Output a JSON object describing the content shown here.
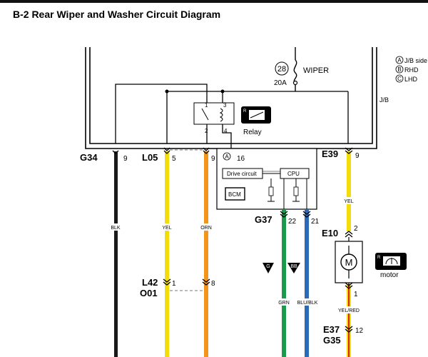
{
  "title": "B-2 Rear Wiper and Washer Circuit Diagram",
  "legend": {
    "a": {
      "mark": "A",
      "text": "J/B side"
    },
    "b": {
      "mark": "B",
      "text": "RHD"
    },
    "c": {
      "mark": "C",
      "text": "LHD"
    }
  },
  "fuse": {
    "number": "28",
    "name": "WIPER",
    "rating": "20A"
  },
  "jb_label": "J/B",
  "relay": {
    "label": "Relay",
    "pin1": "1",
    "pin2": "2",
    "pin3": "3",
    "pin4": "4"
  },
  "bcm": {
    "marker": "A",
    "pin": "16",
    "drive": "Drive circuit",
    "cpu": "CPU",
    "label": "BCM"
  },
  "connectors": {
    "g34": "G34",
    "g34_pin": "9",
    "l05": "L05",
    "l05_pin_a": "5",
    "l05_pin_b": "9",
    "e39": "E39",
    "e39_pin": "9",
    "g37": "G37",
    "g37_pin_a": "22",
    "g37_pin_b": "21",
    "e10": "E10",
    "e10_pin_a": "2",
    "e10_pin_b": "1",
    "l42": "L42",
    "o01": "O01",
    "l42_pin_a": "1",
    "l42_pin_b": "8",
    "e37": "E37",
    "g35": "G35",
    "e37_pin": "12"
  },
  "wires": {
    "blk": "BLK",
    "yel": "YEL",
    "orn": "ORN",
    "yel2": "YEL",
    "grn": "GRN",
    "blu_blk": "BLU/BLK",
    "yel_red": "YEL/RED"
  },
  "motor": {
    "symbol": "M",
    "label": "motor"
  },
  "tri_g": "G",
  "tri_bb": "BB",
  "colors": {
    "black": "#1a1a1a",
    "yellow": "#f2dc0c",
    "orange": "#f2951a",
    "green": "#1a9a4a",
    "blue": "#2a6ab8",
    "red": "#d8261e"
  }
}
